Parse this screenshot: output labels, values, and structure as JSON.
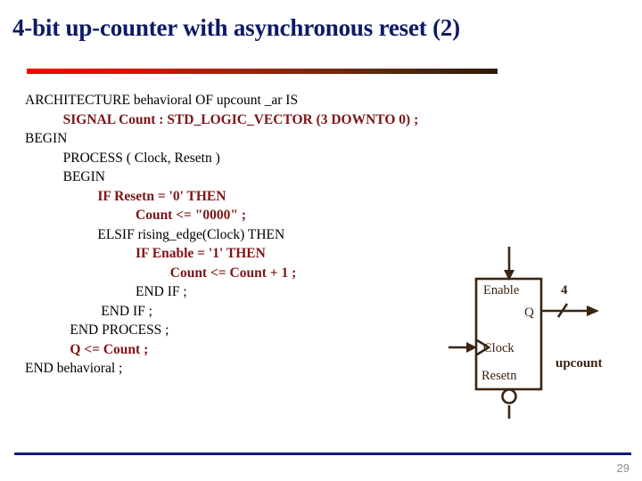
{
  "slide": {
    "title": "4-bit up-counter with asynchronous reset (2)",
    "page_number": "29",
    "title_color": "#0d1a66",
    "footer_rule_color": "#101a7a",
    "rule_gradient_from": "#ff0000",
    "rule_gradient_to": "#2e1a06",
    "code_color": "#000000",
    "code_highlight_color": "#7d1416",
    "diagram_color": "#3b2411"
  },
  "code": {
    "lines": [
      {
        "text": "ARCHITECTURE behavioral OF upcount _ar IS",
        "highlight": false
      },
      {
        "text": "           SIGNAL Count : STD_LOGIC_VECTOR (3 DOWNTO 0) ;",
        "highlight": true
      },
      {
        "text": "BEGIN",
        "highlight": false
      },
      {
        "text": "           PROCESS ( Clock, Resetn )",
        "highlight": false
      },
      {
        "text": "           BEGIN",
        "highlight": false
      },
      {
        "text": "                     IF Resetn = '0' THEN",
        "highlight": true
      },
      {
        "text": "                                Count <= \"0000\" ;",
        "highlight": true
      },
      {
        "text": "                     ELSIF rising_edge(Clock) THEN",
        "highlight": false
      },
      {
        "text": "                                IF Enable = '1' THEN",
        "highlight": true
      },
      {
        "text": "                                          Count <= Count + 1 ;",
        "highlight": true
      },
      {
        "text": "                                END IF ;",
        "highlight": false
      },
      {
        "text": "                      END IF ;",
        "highlight": false
      },
      {
        "text": "             END PROCESS ;",
        "highlight": false
      },
      {
        "text": "             Q <= Count ;",
        "highlight": true
      },
      {
        "text": "END behavioral ;",
        "highlight": false
      }
    ]
  },
  "diagram": {
    "block_label": "upcount",
    "bus_width": "4",
    "ports": {
      "enable": "Enable",
      "q": "Q",
      "clock": "Clock",
      "resetn": "Resetn"
    }
  }
}
